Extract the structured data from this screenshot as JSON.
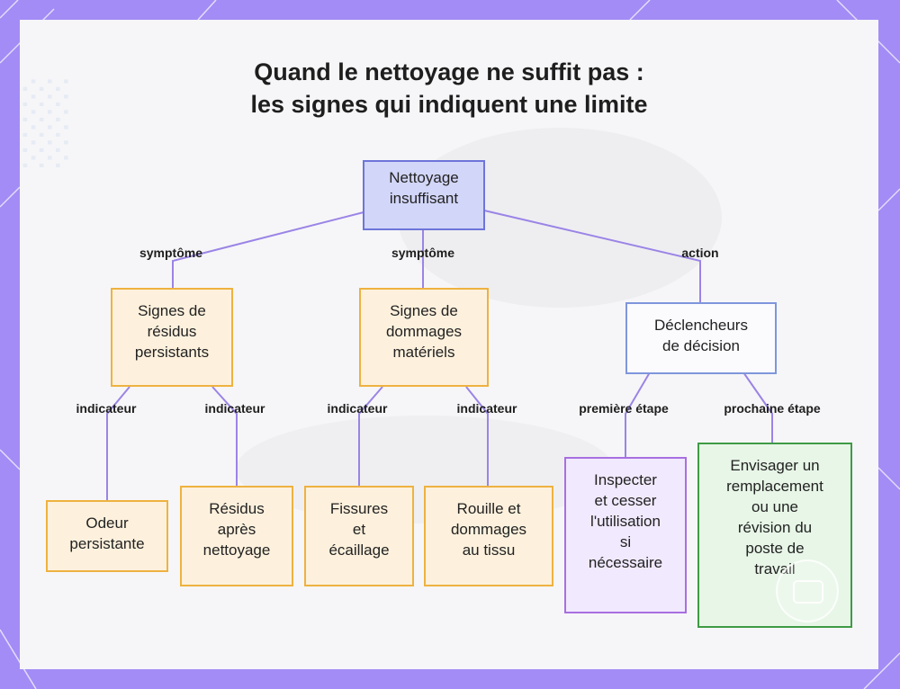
{
  "title": {
    "line1": "Quand le nettoyage ne suffit pas :",
    "line2": "les signes qui indiquent une limite"
  },
  "nodes": {
    "root": "Nettoyage\ninsuffisant",
    "residus": "Signes de\nrésidus\npersistants",
    "dommages": "Signes de\ndommages\nmatériels",
    "declencheurs": "Déclencheurs\nde décision",
    "odeur": "Odeur\npersistante",
    "residus_apres": "Résidus\naprès\nnettoyage",
    "fissures": "Fissures\net\nécaillage",
    "rouille": "Rouille et\ndommages\nau tissu",
    "inspecter": "Inspecter\net cesser\nl'utilisation\nsi\nnécessaire",
    "envisager": "Envisager un\nremplacement\nou une\nrévision du\nposte de\ntravail"
  },
  "edge_labels": {
    "symptome_1": "symptôme",
    "symptome_2": "symptôme",
    "action": "action",
    "indicateur_1": "indicateur",
    "indicateur_2": "indicateur",
    "indicateur_3": "indicateur",
    "indicateur_4": "indicateur",
    "premiere_etape": "première étape",
    "prochaine_etape": "prochaine étape"
  },
  "colors": {
    "frame": "#a38cf5",
    "edge": "#9b84e6",
    "root_fill": "#d2d6f8",
    "orange_border": "#eeb240",
    "blue_border": "#7f96dc",
    "purple_border": "#a86fe0",
    "green_border": "#3f9b45"
  }
}
